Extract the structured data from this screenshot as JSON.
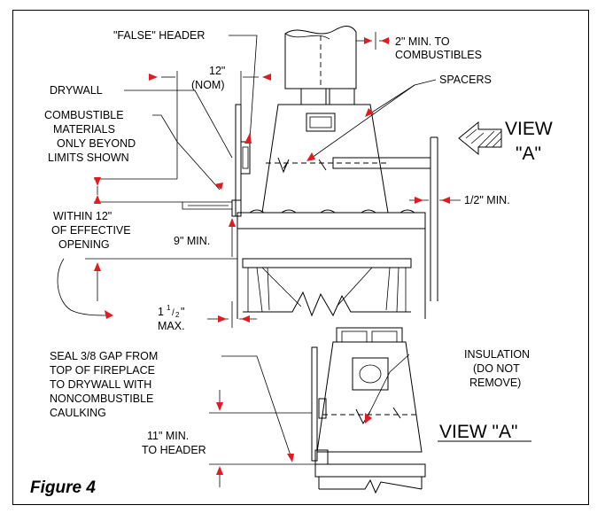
{
  "figure_title": "Figure 4",
  "colors": {
    "arrow": "#e11b22",
    "line": "#000000",
    "background": "#ffffff"
  },
  "labels": {
    "false_header": "\"FALSE\" HEADER",
    "twelve_nom_1": "12\"",
    "twelve_nom_2": "(NOM)",
    "two_min_1": "2\" MIN. TO",
    "two_min_2": "COMBUSTIBLES",
    "spacers": "SPACERS",
    "drywall": "DRYWALL",
    "combustible_1": "COMBUSTIBLE",
    "combustible_2": "MATERIALS",
    "combustible_3": "ONLY BEYOND",
    "combustible_4": "LIMITS SHOWN",
    "view_a_1": "VIEW",
    "view_a_2": "\"A\"",
    "half_min": "1/2\" MIN.",
    "within_1": "WITHIN 12\"",
    "within_2": "OF EFFECTIVE",
    "within_3": "OPENING",
    "nine_min": "9\" MIN.",
    "one_half_whole": "1",
    "one_half_num": "1",
    "one_half_den": "2",
    "one_half_inch": "\"",
    "max": "MAX.",
    "seal_1": "SEAL 3/8 GAP FROM",
    "seal_2": "TOP OF FIREPLACE",
    "seal_3": "TO DRYWALL WITH",
    "seal_4": "NONCOMBUSTIBLE",
    "seal_5": "CAULKING",
    "insulation_1": "INSULATION",
    "insulation_2": "(DO NOT",
    "insulation_3": "REMOVE)",
    "eleven_min_1": "11\" MIN.",
    "eleven_min_2": "TO HEADER",
    "view_a_caption": "VIEW \"A\""
  }
}
